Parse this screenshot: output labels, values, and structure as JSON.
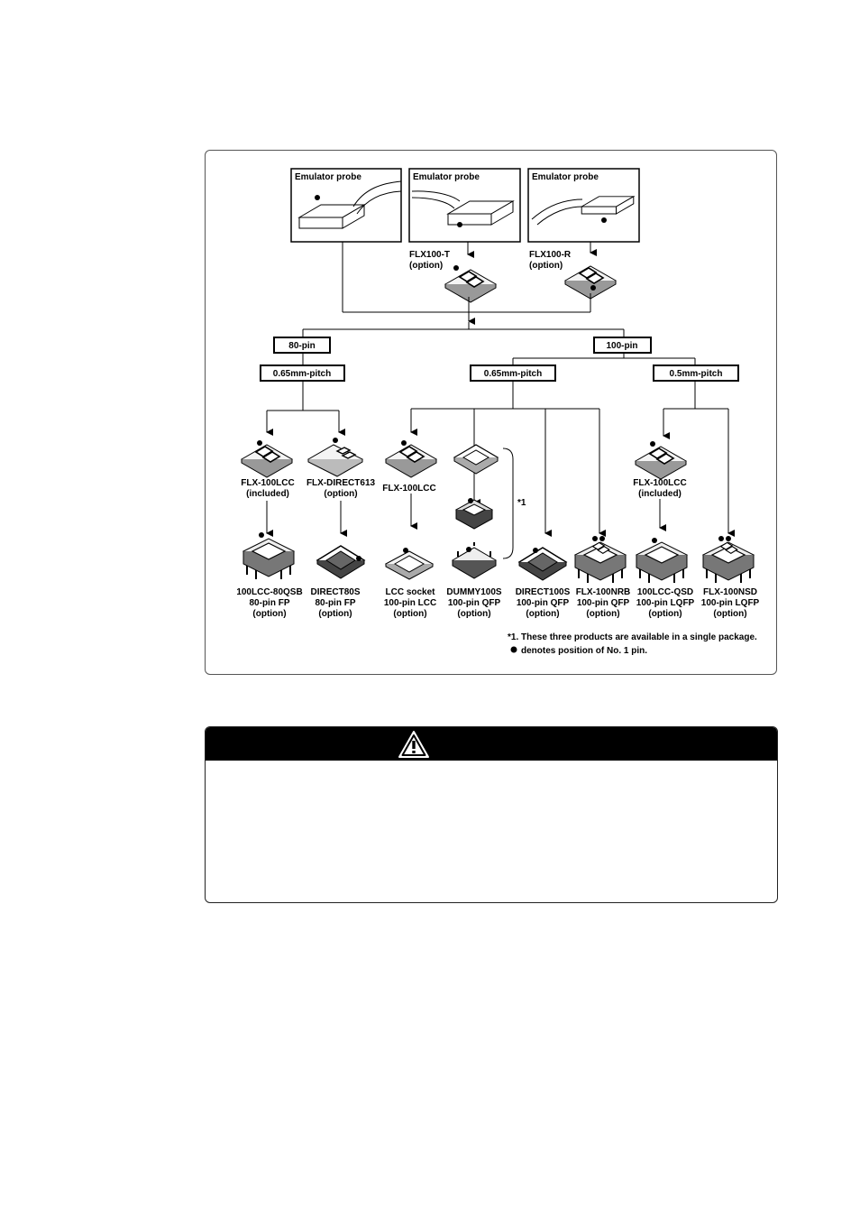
{
  "probes": [
    {
      "label": "Emulator probe"
    },
    {
      "label": "Emulator probe"
    },
    {
      "label": "Emulator probe"
    }
  ],
  "adapters": [
    {
      "name": "FLX100-T",
      "note": "(option)"
    },
    {
      "name": "FLX100-R",
      "note": "(option)"
    }
  ],
  "branches": {
    "pin80": "80-pin",
    "pin100": "100-pin",
    "pitch80": "0.65mm-pitch",
    "pitch100_065": "0.65mm-pitch",
    "pitch100_05": "0.5mm-pitch"
  },
  "middle_products": [
    {
      "name": "FLX-100LCC",
      "note": "(included)"
    },
    {
      "name": "FLX-DIRECT613",
      "note": "(option)"
    },
    {
      "name": "FLX-100LCC",
      "note": ""
    },
    {
      "name": "FLX-100LCC",
      "note": "(included)"
    }
  ],
  "bracket_marker": "*1",
  "bottom_products": [
    {
      "line1": "100LCC-80QSB",
      "line2": "80-pin FP",
      "line3": "(option)"
    },
    {
      "line1": "DIRECT80S",
      "line2": "80-pin FP",
      "line3": "(option)"
    },
    {
      "line1": "LCC socket",
      "line2": "100-pin LCC",
      "line3": "(option)"
    },
    {
      "line1": "DUMMY100S",
      "line2": "100-pin QFP",
      "line3": "(option)"
    },
    {
      "line1": "DIRECT100S",
      "line2": "100-pin QFP",
      "line3": "(option)"
    },
    {
      "line1": "FLX-100NRB",
      "line2": "100-pin QFP",
      "line3": "(option)"
    },
    {
      "line1": "100LCC-QSD",
      "line2": "100-pin LQFP",
      "line3": "(option)"
    },
    {
      "line1": "FLX-100NSD",
      "line2": "100-pin LQFP",
      "line3": "(option)"
    }
  ],
  "footnotes": {
    "note1": "*1. These three products are available in a single package.",
    "note2": "denotes position of No. 1 pin."
  },
  "warning": {
    "icon": "warning-triangle-icon"
  }
}
